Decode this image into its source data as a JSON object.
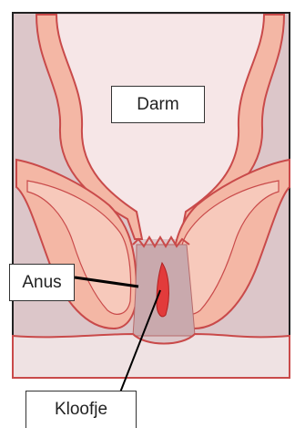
{
  "labels": {
    "darm": "Darm",
    "anus": "Anus",
    "kloofje": "Kloofje"
  },
  "colors": {
    "background_tissue": "#d9c3c6",
    "bowel_wall_outline": "#c94a4a",
    "bowel_wall_fill": "#f4b7a5",
    "skin": "#efe2e3",
    "fissure": "#e23b3b",
    "canal": "#c9a9ad"
  }
}
